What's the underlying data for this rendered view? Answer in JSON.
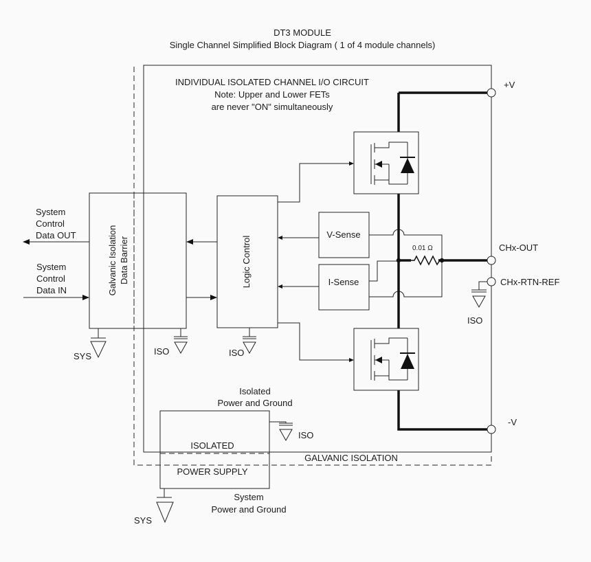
{
  "title": {
    "line1": "DT3 MODULE",
    "line2": "Single Channel Simplified Block Diagram ( 1 of 4 module channels)"
  },
  "channel_circuit": {
    "label": "INDIVIDUAL ISOLATED CHANNEL I/O CIRCUIT",
    "note1": "Note: Upper and Lower FETs",
    "note2": "are never \"ON\" simultaneously"
  },
  "blocks": {
    "barrier_line1": "Galvanic Isolation",
    "barrier_line2": "Data Barrier",
    "logic": "Logic Control",
    "vsense": "V-Sense",
    "isense": "I-Sense",
    "resistor": "0.01 Ω",
    "psu_top": "ISOLATED",
    "psu_bottom": "POWER SUPPLY"
  },
  "signals": {
    "out_line1": "System",
    "out_line2": "Control",
    "out_line3": "Data OUT",
    "in_line1": "System",
    "in_line2": "Control",
    "in_line3": "Data IN"
  },
  "terminals": {
    "pos": "+V",
    "out": "CHx-OUT",
    "rtn": "CHx-RTN-REF",
    "neg": "-V"
  },
  "grounds": {
    "sys": "SYS",
    "iso": "ISO"
  },
  "power": {
    "iso_line1": "Isolated",
    "iso_line2": "Power and Ground",
    "sys_line1": "System",
    "sys_line2": "Power and Ground"
  },
  "galvanic_label": "GALVANIC ISOLATION"
}
